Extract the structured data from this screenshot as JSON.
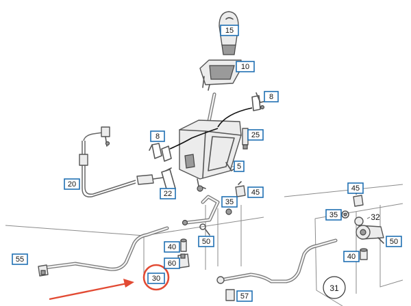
{
  "highlight_color": "#e24a33",
  "label_border_color": "#1f6fb2",
  "callouts": [
    {
      "id": "c15",
      "text": "15"
    },
    {
      "id": "c10",
      "text": "10"
    },
    {
      "id": "c8a",
      "text": "8"
    },
    {
      "id": "c8b",
      "text": "8"
    },
    {
      "id": "c25",
      "text": "25"
    },
    {
      "id": "c5",
      "text": "5"
    },
    {
      "id": "c20",
      "text": "20"
    },
    {
      "id": "c22",
      "text": "22"
    },
    {
      "id": "c35a",
      "text": "35"
    },
    {
      "id": "c45a",
      "text": "45"
    },
    {
      "id": "c45b",
      "text": "45"
    },
    {
      "id": "c35b",
      "text": "35"
    },
    {
      "id": "c32",
      "text": "32"
    },
    {
      "id": "c50a",
      "text": "50"
    },
    {
      "id": "c50b",
      "text": "50"
    },
    {
      "id": "c40a",
      "text": "40"
    },
    {
      "id": "c40b",
      "text": "40"
    },
    {
      "id": "c60",
      "text": "60"
    },
    {
      "id": "c55",
      "text": "55"
    },
    {
      "id": "c30",
      "text": "30"
    },
    {
      "id": "c57",
      "text": "57"
    },
    {
      "id": "c31",
      "text": "31"
    }
  ]
}
